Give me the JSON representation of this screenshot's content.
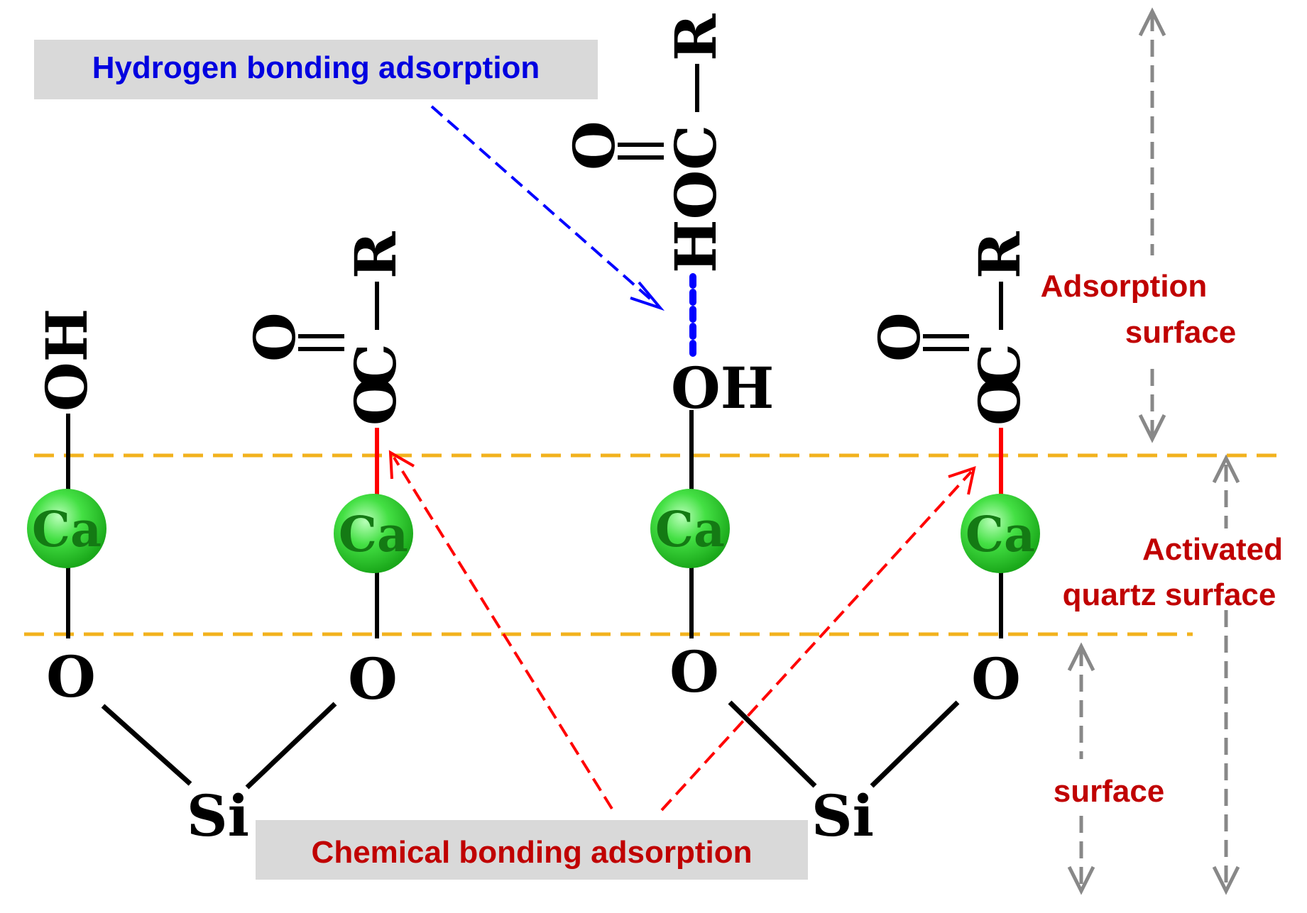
{
  "labels": {
    "hydrogen_bonding": "Hydrogen bonding adsorption",
    "chemical_bonding": "Chemical bonding adsorption",
    "adsorption_surface_line1": "Adsorption",
    "adsorption_surface_line2": "surface",
    "activated_line1": "Activated",
    "activated_line2": "quartz surface",
    "surface": "surface"
  },
  "atoms": {
    "ca": "Ca",
    "o": "O",
    "si": "Si",
    "oh": "OH",
    "r": "R",
    "c": "C",
    "hoc": "HOC"
  },
  "colors": {
    "bond": "#000000",
    "chemical_bond": "#ff0000",
    "hydrogen_bond": "#0000ff",
    "dashed_boundary": "#f2b21d",
    "ca_fill": "#3de23d",
    "ca_text": "#147a14",
    "label_red": "#c00000",
    "label_blue": "#0000e0",
    "label_box": "#d9d9d9",
    "arrow_gray": "#888888"
  }
}
